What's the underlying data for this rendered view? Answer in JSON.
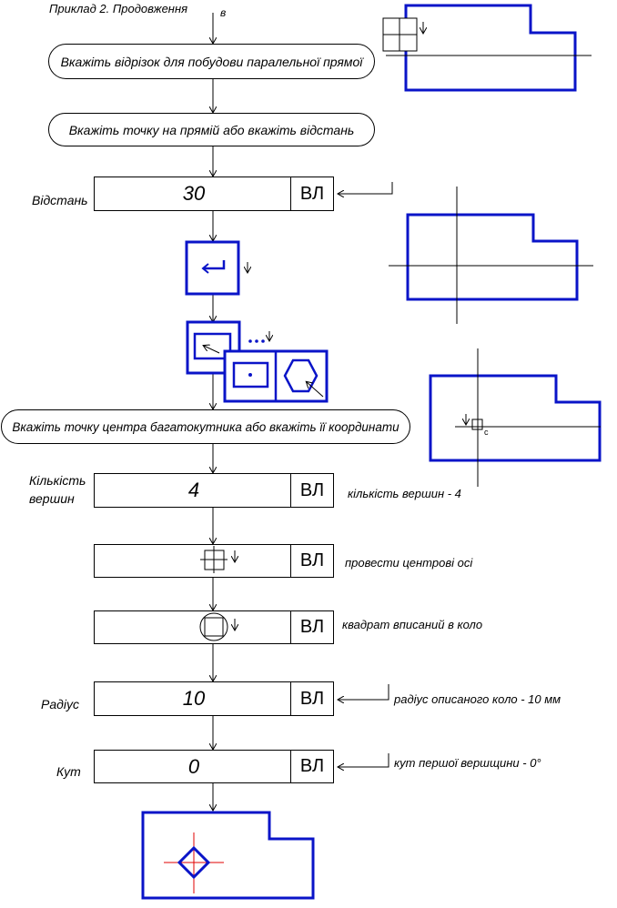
{
  "title": "Приклад 2. Продовження",
  "start_marker": "в",
  "prompts": {
    "p1": "Вкажіть відрізок для побудови паралельної прямої",
    "p2": "Вкажіть точку на прямій або вкажіть відстань",
    "p3": "Вкажіть точку центра багатокутника або вкажіть її координати"
  },
  "fields": {
    "distance": {
      "label": "Відстань",
      "value": "30",
      "vl": "ВЛ"
    },
    "vertices": {
      "label": "Кількість вершин",
      "value": "4",
      "vl": "ВЛ",
      "note": "кількість вершин -  4"
    },
    "axes": {
      "vl": "ВЛ",
      "note": "провести центрові осі"
    },
    "inscribed": {
      "vl": "ВЛ",
      "note": "квадрат вписаний в коло"
    },
    "radius": {
      "label": "Радіус",
      "value": "10",
      "vl": "ВЛ",
      "note": "радіус описаного коло -  10 мм"
    },
    "angle": {
      "label": "Кут",
      "value": "0",
      "vl": "ВЛ",
      "note": "кут першої вершщини -  0°"
    }
  },
  "center_marker": "c",
  "colors": {
    "blue": "#0a14c8",
    "red": "#e00000",
    "black": "#000000"
  }
}
